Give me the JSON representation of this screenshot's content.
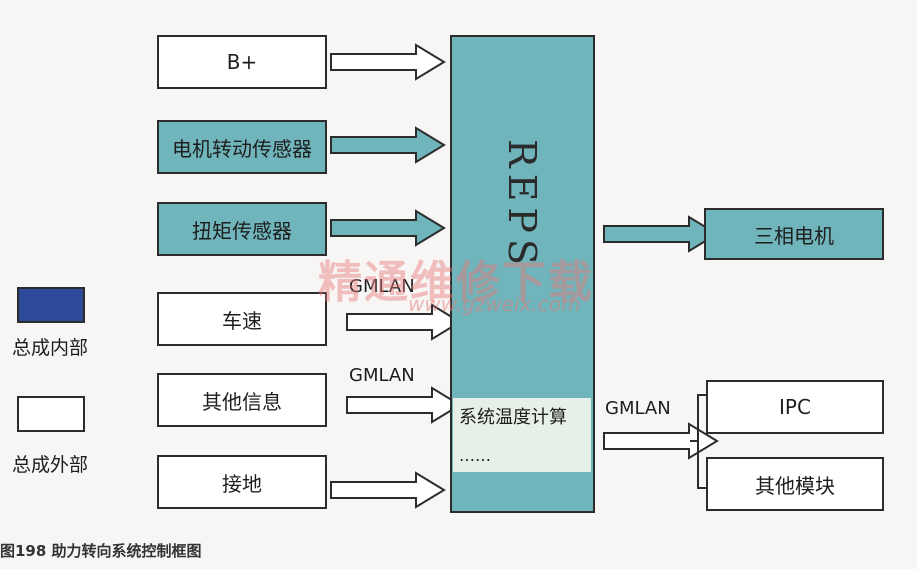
{
  "inputs": {
    "b_plus": "B+",
    "motor_sensor": "电机转动传感器",
    "torque_sensor": "扭矩传感器",
    "vehicle_speed": "车速",
    "other_info": "其他信息",
    "ground": "接地"
  },
  "bus_labels": {
    "speed": "GMLAN",
    "other_info": "GMLAN",
    "output": "GMLAN"
  },
  "controller": {
    "title": "REPS",
    "temp_calc": "系统温度计算",
    "ellipsis": "……"
  },
  "outputs": {
    "motor": "三相电机",
    "ipc": "IPC",
    "other_modules": "其他模块"
  },
  "legend": {
    "internal": "总成内部",
    "external": "总成外部"
  },
  "watermark": {
    "main": "精通维修下载",
    "url": "www.gzweix.com"
  },
  "caption": "图198  助力转向系统控制框图",
  "colors": {
    "internal": "#6fb5bb",
    "legend_internal": "#2f4a9a",
    "external": "#ffffff"
  }
}
